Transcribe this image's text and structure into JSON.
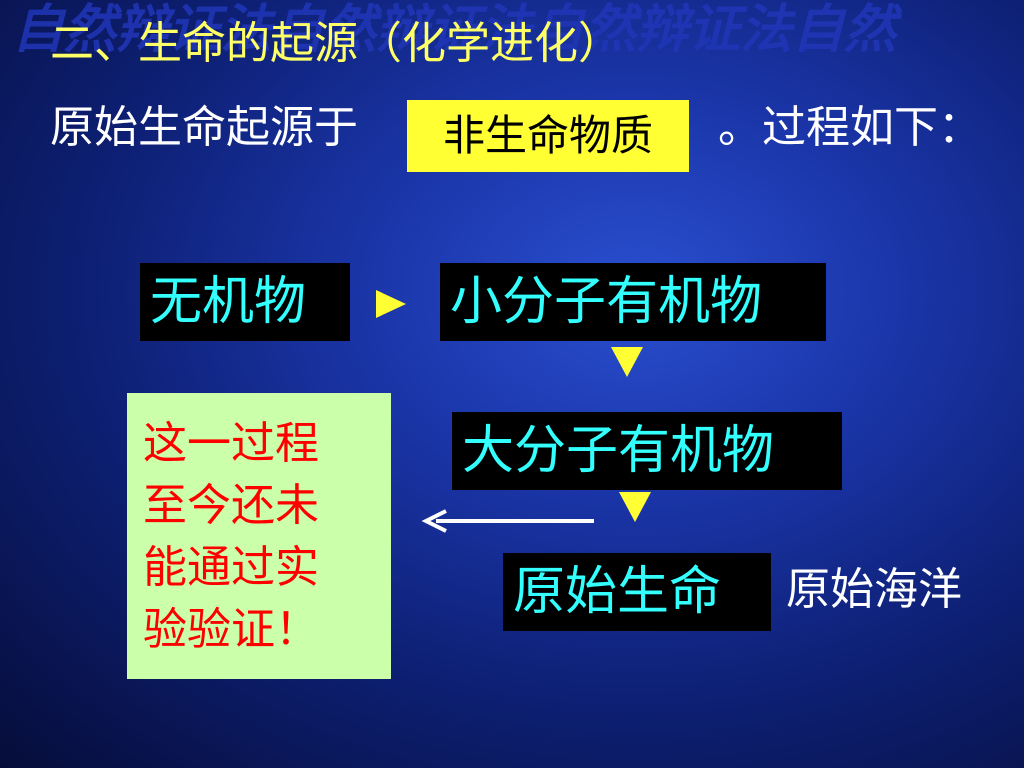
{
  "watermark": "自然辩证法自然辩证法自然辩证法自然",
  "title": "二、生命的起源（化学进化）",
  "intro": {
    "prefix": "原始生命起源于",
    "answer": "非生命物质",
    "suffix": "。过程如下："
  },
  "stages": [
    {
      "label": "无机物"
    },
    {
      "label": "小分子有机物"
    },
    {
      "label": "大分子有机物"
    },
    {
      "label": "原始生命"
    }
  ],
  "note": {
    "lines": [
      "这一过程",
      "至今还未",
      "能通过实",
      "验验证！"
    ]
  },
  "location": "原始海洋",
  "colors": {
    "title": "#ffff66",
    "answer_bg": "#ffff33",
    "stage_bg": "#000000",
    "stage_text": "#33ffff",
    "arrow": "#ffff33",
    "note_bg": "#ccffaa",
    "note_text": "#ff0000"
  },
  "icons": {
    "forward": "triangle-right-icon",
    "down": "triangle-down-icon",
    "back": "arrow-left-icon"
  }
}
